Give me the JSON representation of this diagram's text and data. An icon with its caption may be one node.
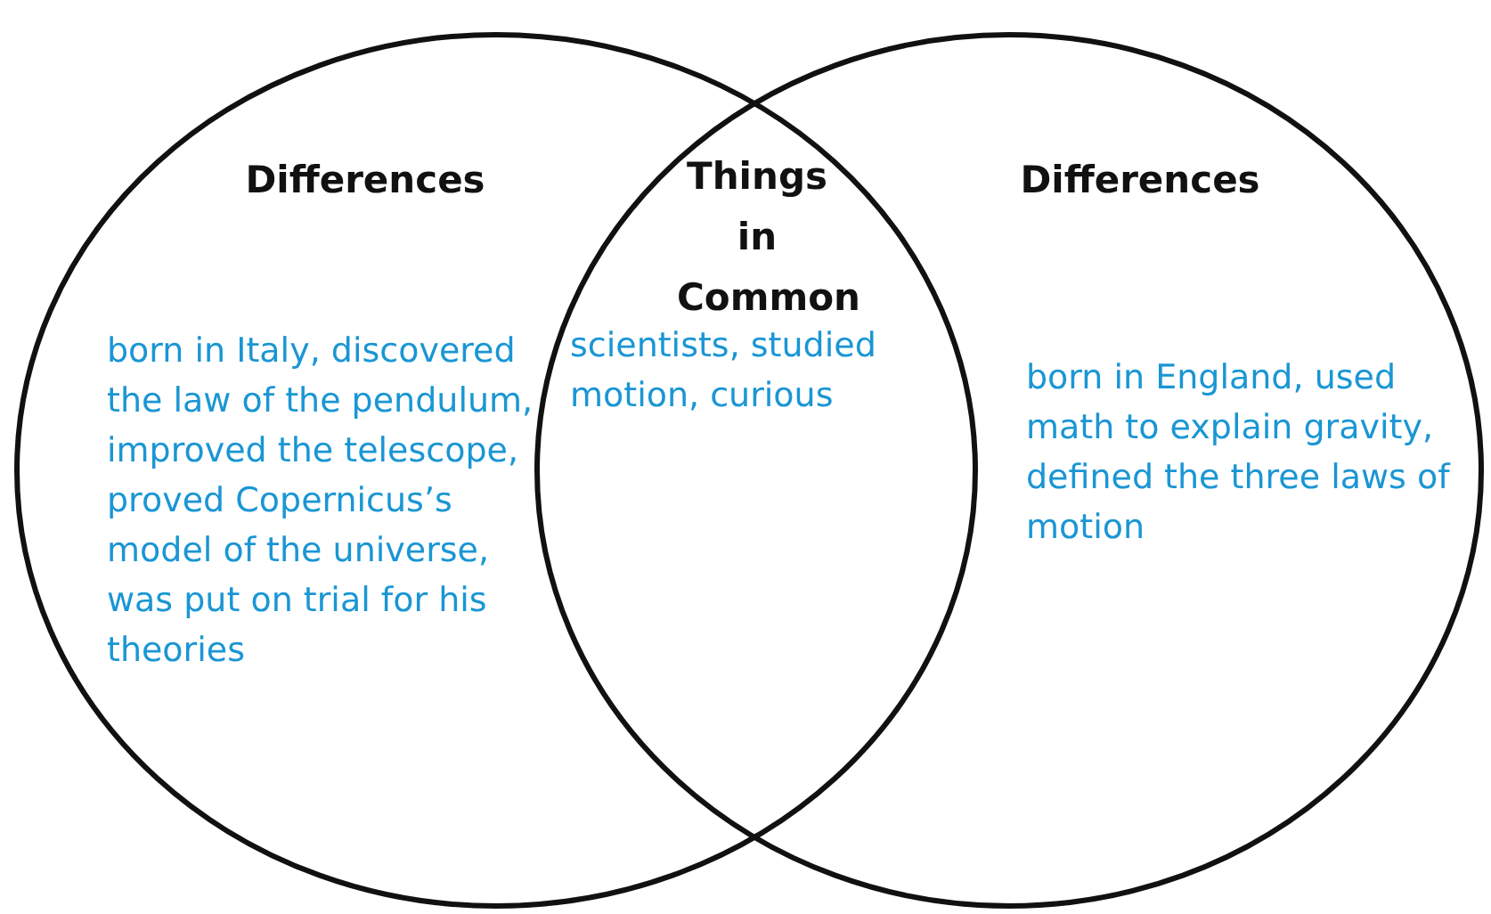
{
  "diagram": {
    "nodes": [
      {
        "text": [
          "Differences",
          "born in Italy, discovered the law of the pendulum, improved the telescope, proved Copernicus’s model of the universe, was put on trial for his theories"
        ]
      },
      {
        "text": [
          "Differences",
          "born in England, used math to explain gravity, defined the three laws of motion"
        ]
      }
    ],
    "labels": [
      "Things in Common",
      "scientists, studied motion, curious"
    ]
  }
}
